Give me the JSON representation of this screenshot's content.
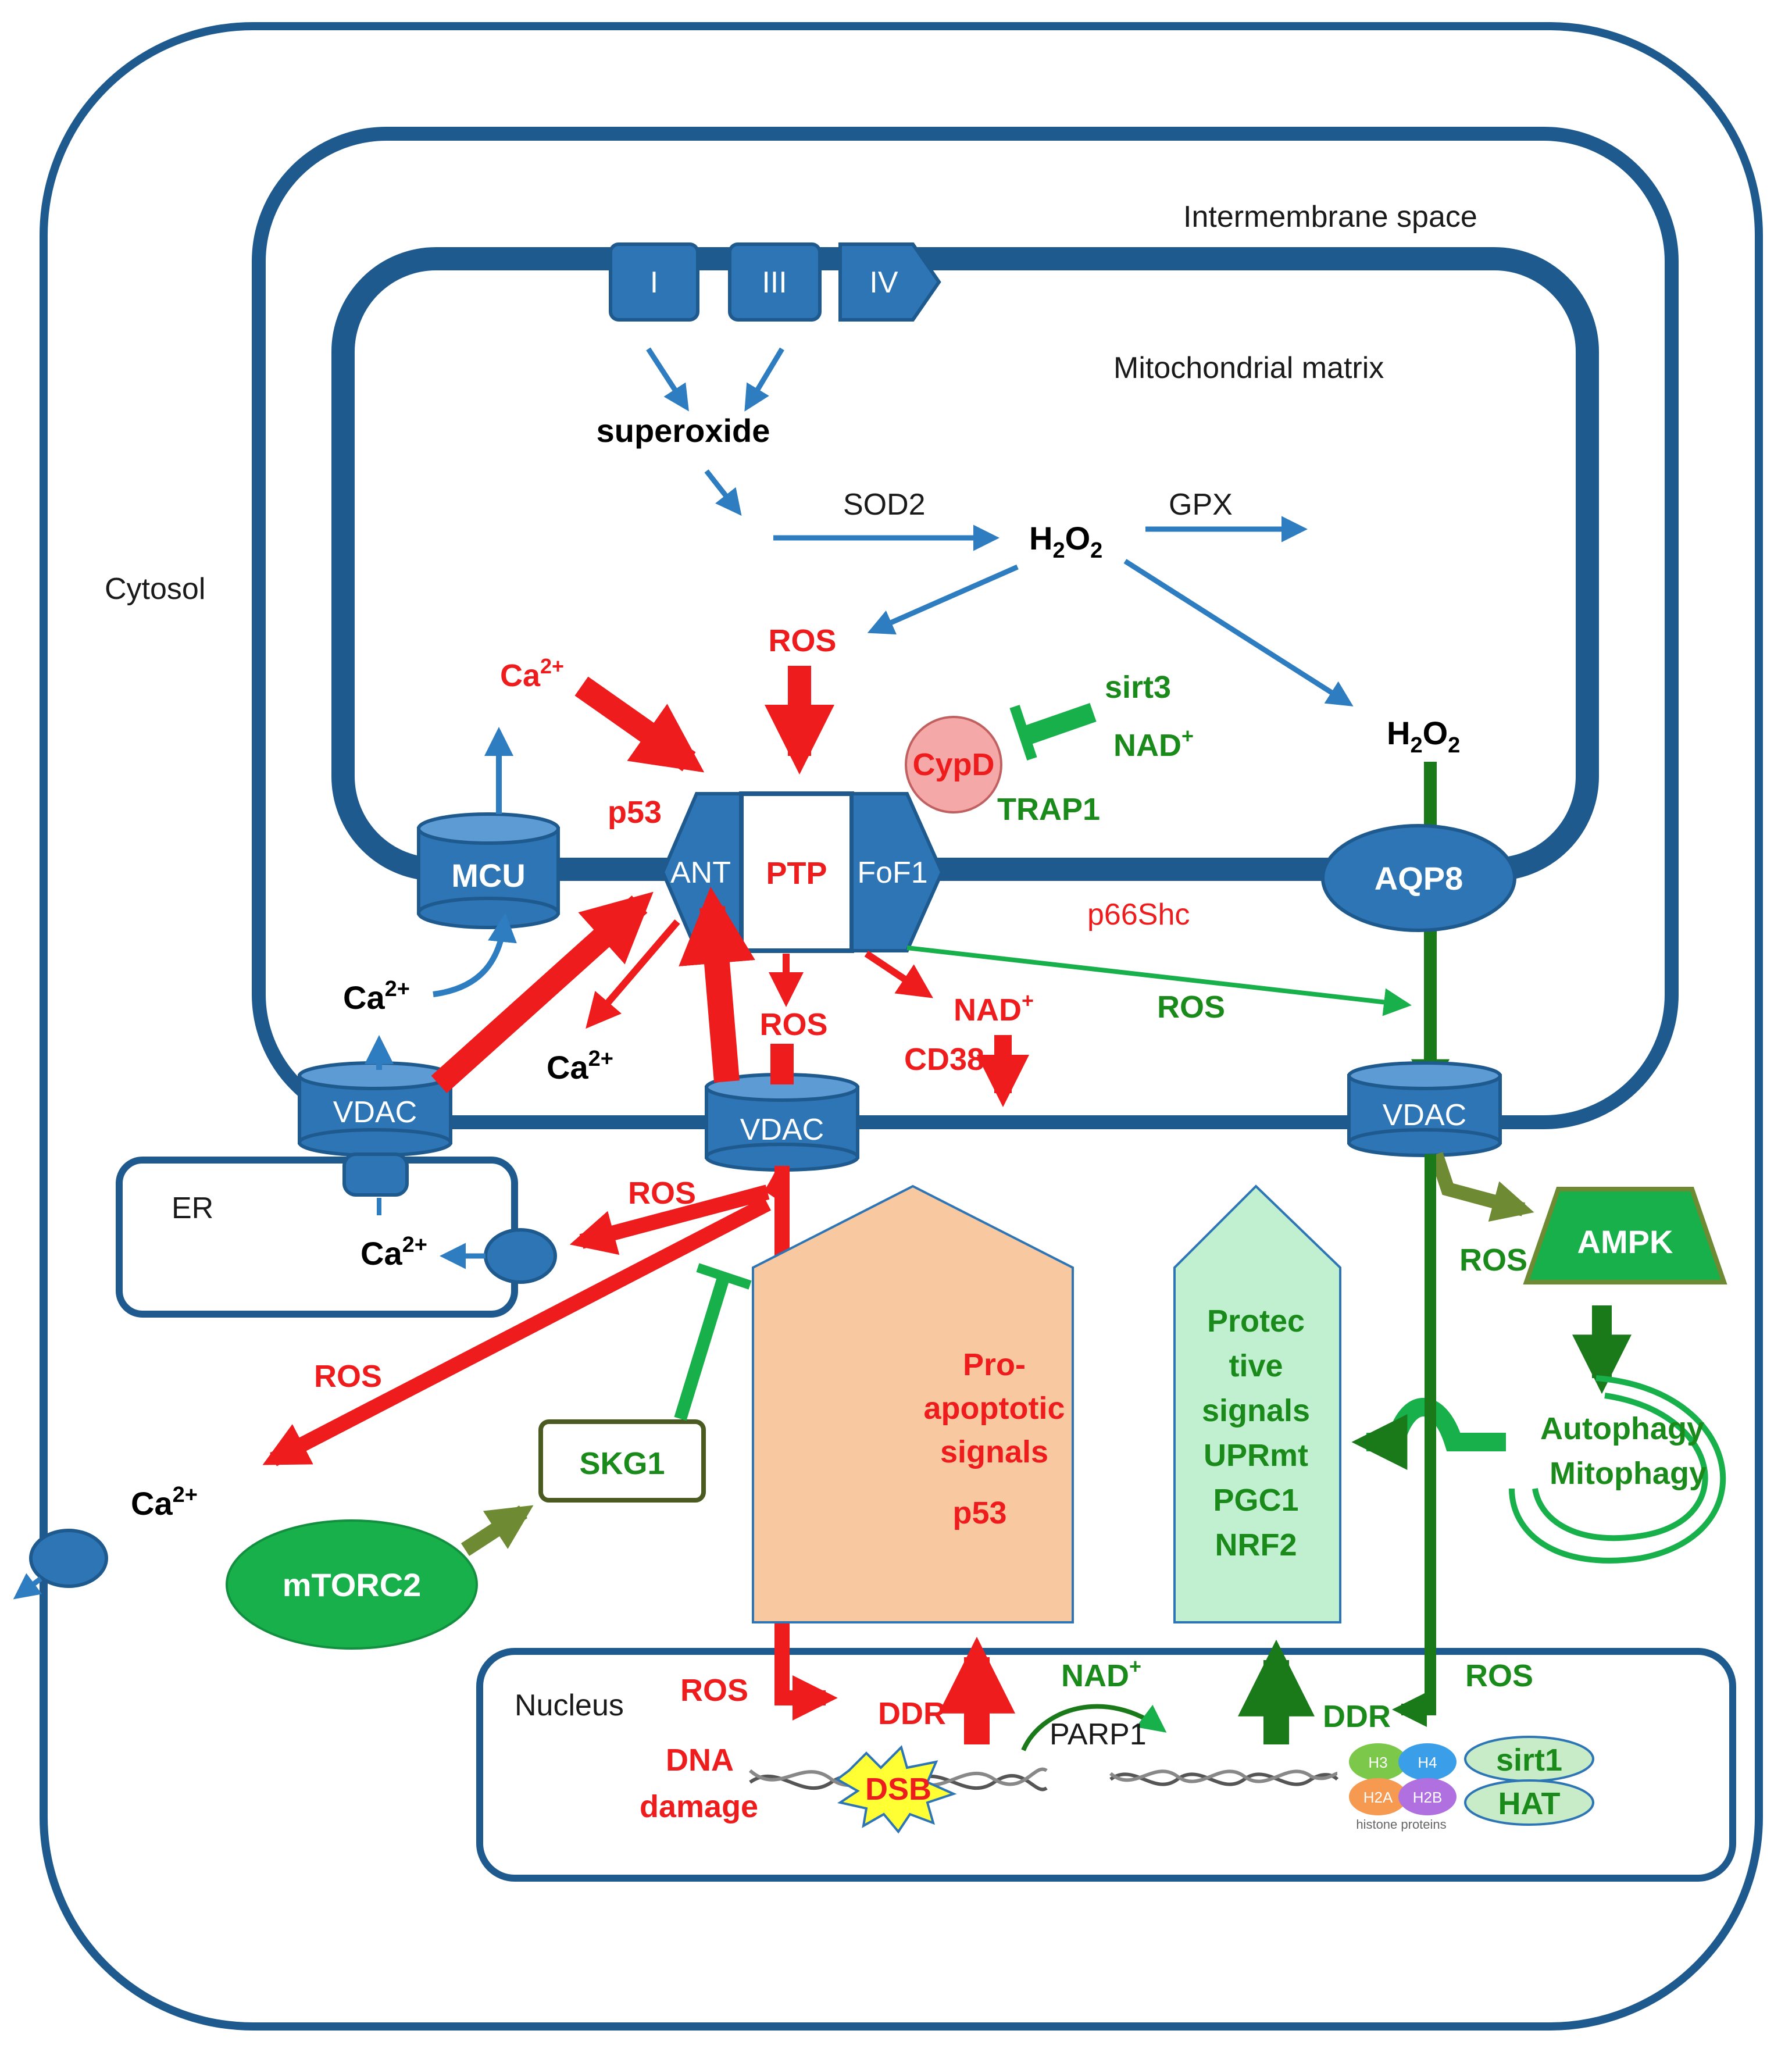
{
  "compartments": {
    "cytosol": "Cytosol",
    "intermembrane_space": "Intermembrane space",
    "mitochondrial_matrix": "Mitochondrial matrix",
    "er": "ER",
    "nucleus": "Nucleus"
  },
  "etc_complexes": [
    "I",
    "III",
    "IV"
  ],
  "matrix": {
    "superoxide": "superoxide",
    "sod2": "SOD2",
    "h2o2": "H",
    "gpx": "GPX",
    "ros_top": "ROS",
    "ca_top": "Ca",
    "sirt3": "sirt3",
    "nad_plus": "NAD",
    "cypd": "CypD",
    "trap1": "TRAP1",
    "p53": "p53",
    "h2o2_right": "H"
  },
  "membrane": {
    "mcu": "MCU",
    "ant": "ANT",
    "ptp": "PTP",
    "fof1": "FoF1",
    "aqp8": "AQP8",
    "p66shc": "p66Shc",
    "vdac_left": "VDAC",
    "vdac_center": "VDAC",
    "vdac_right": "VDAC"
  },
  "intermembrane_labels": {
    "ca_left": "Ca",
    "ca_mid": "Ca",
    "ros_center": "ROS",
    "nad_center": "NAD",
    "cd38": "CD38",
    "ros_green": "ROS"
  },
  "cytosol_labels": {
    "ros_er": "ROS",
    "ca_er": "Ca",
    "ros_left": "ROS",
    "ca_left": "Ca",
    "skg1": "SKG1",
    "mtorc2": "mTORC2",
    "ros_ampk": "ROS",
    "ampk": "AMPK",
    "autophagy": "Autophagy",
    "mitophagy": "Mitophagy"
  },
  "signals": {
    "pro_apoptotic": [
      "Pro-",
      "apoptotic",
      "signals"
    ],
    "pro_apoptotic_p53": "p53",
    "protective": [
      "Protec",
      "tive",
      "signals",
      "UPRmt",
      "PGC1",
      "NRF2"
    ]
  },
  "nucleus_labels": {
    "ros_left": "ROS",
    "dna": "DNA",
    "damage": "damage",
    "dsb": "DSB",
    "ddr_left": "DDR",
    "nad": "NAD",
    "parp1": "PARP1",
    "ddr_right": "DDR",
    "ros_right": "ROS",
    "sirt1": "sirt1",
    "hat": "HAT",
    "histone_caption": "histone proteins",
    "histones": [
      "H3",
      "H4",
      "H2A",
      "H2B"
    ]
  },
  "superscripts": {
    "two_plus": "2+",
    "plus": "+",
    "two": "2"
  },
  "colors": {
    "membrane_blue": "#1f5a8e",
    "protein_blue": "#2e75b6",
    "arrow_blue": "#2e7dc0",
    "red": "#ee1c1c",
    "green_dark": "#1a7a1a",
    "green_bright": "#18b04a",
    "olive": "#6e8a32",
    "pro_apoptotic_fill": "#f8c8a0",
    "protective_fill": "#c0f0d0",
    "cypd_fill": "#f5a8a8"
  }
}
